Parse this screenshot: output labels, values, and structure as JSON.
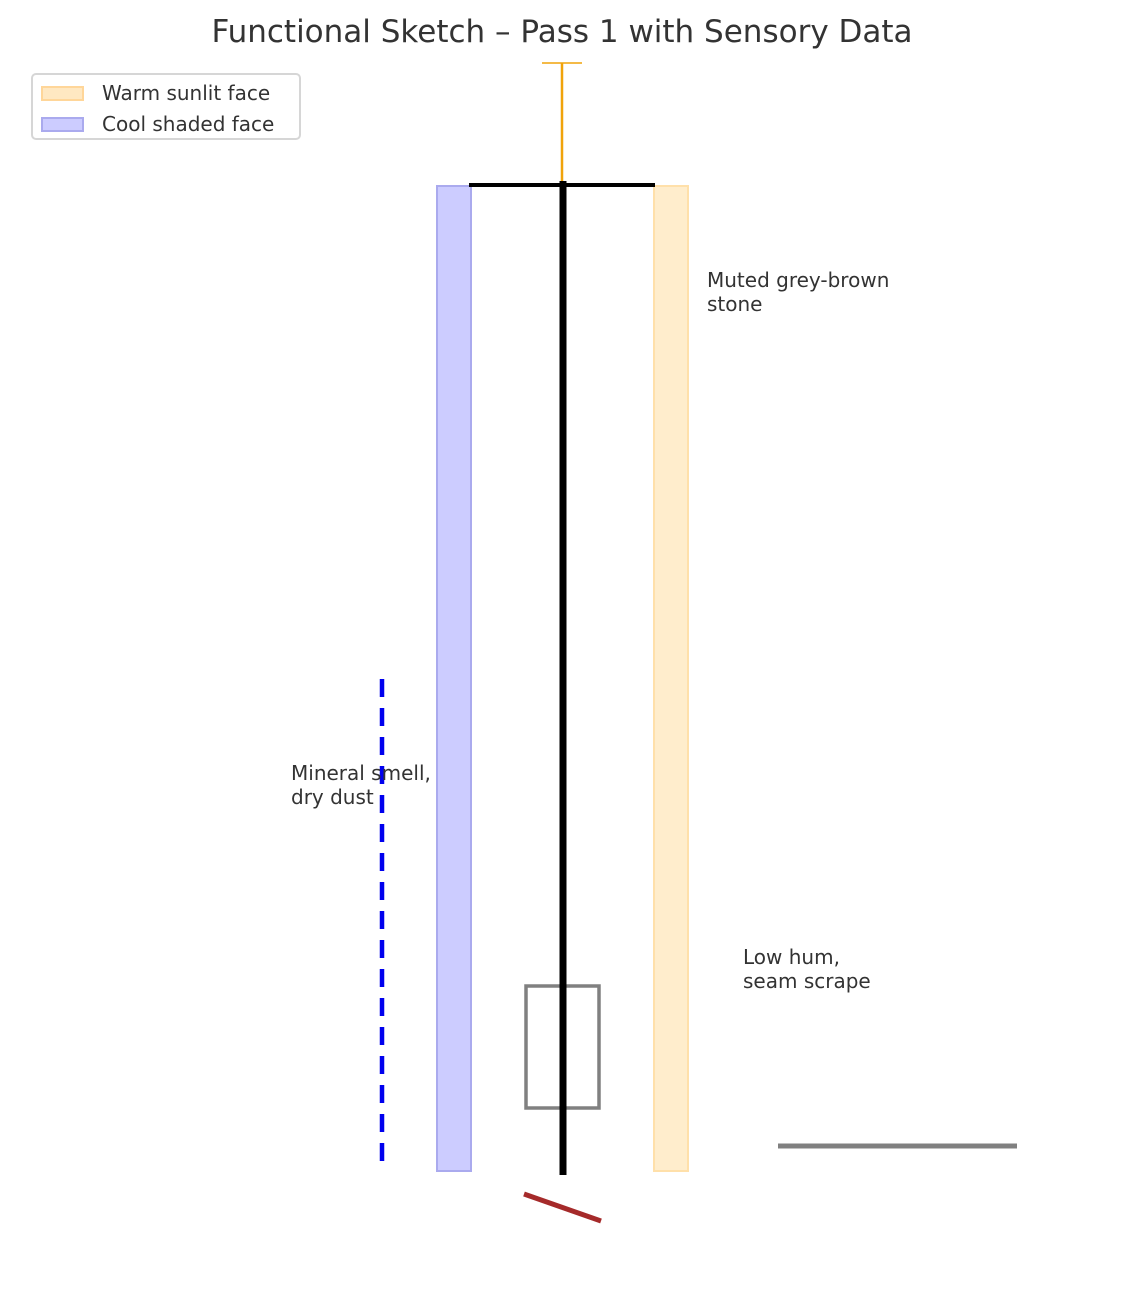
{
  "title": "Functional Sketch – Pass 1 with Sensory Data",
  "legend": {
    "items": [
      {
        "label": "Warm sunlit face",
        "fill": "#ffe8c2",
        "edge": "#ffd699"
      },
      {
        "label": "Cool shaded face",
        "fill": "#ccccff",
        "edge": "#aaaaee"
      }
    ]
  },
  "annotations": {
    "stone": "Muted grey-brown\nstone",
    "smell": "Mineral smell,\ndry dust",
    "sound": "Low hum,\nseam scrape"
  },
  "colors": {
    "warm_face": "#ffedcc",
    "cool_face": "#ccccff",
    "main_line": "#000000",
    "orange_marker": "#f0a30a",
    "dashed_line": "#0000ee",
    "grey": "#808080",
    "red_slash": "#a52a2a"
  }
}
